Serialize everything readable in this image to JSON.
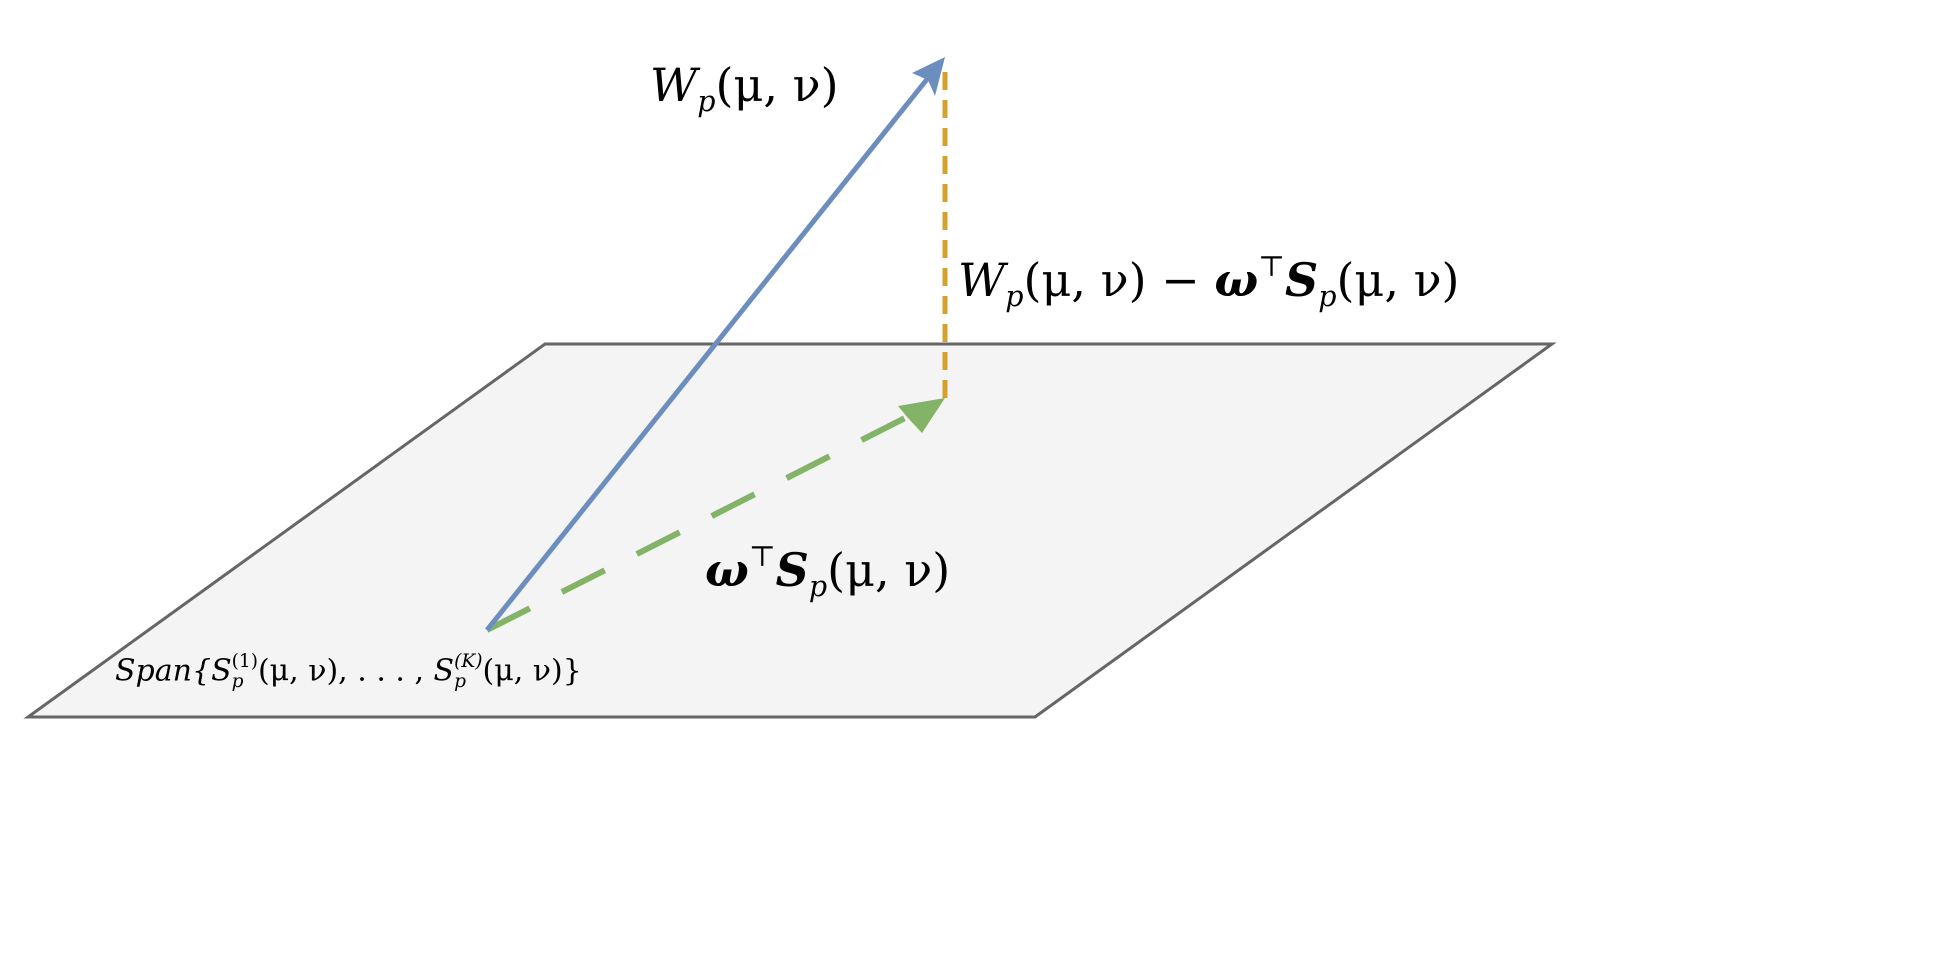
{
  "colors": {
    "plane_fill": "#f4f4f4",
    "plane_stroke": "#666666",
    "wasserstein_arrow": "#6c8ebf",
    "projection_arrow": "#82b366",
    "residual_line": "#d6a02e"
  },
  "labels": {
    "wp": {
      "W": "W",
      "p": "p",
      "args": "(μ, ν)"
    },
    "residual": {
      "W": "W",
      "p": "p",
      "args1": "(μ, ν) − ",
      "omega": "ω",
      "top": "⊤",
      "S": "S",
      "p2": "p",
      "args2": "(μ, ν)"
    },
    "projection": {
      "omega": "ω",
      "top": "⊤",
      "S": "S",
      "p": "p",
      "args": "(μ, ν)"
    },
    "span": {
      "prefix": "Span{",
      "S1": "S",
      "p1": "p",
      "sup1": "(1)",
      "mid": "(μ, ν), . . . , ",
      "SK": "S",
      "pK": "p",
      "supK": "(K)",
      "suffix": "(μ, ν)}"
    }
  }
}
